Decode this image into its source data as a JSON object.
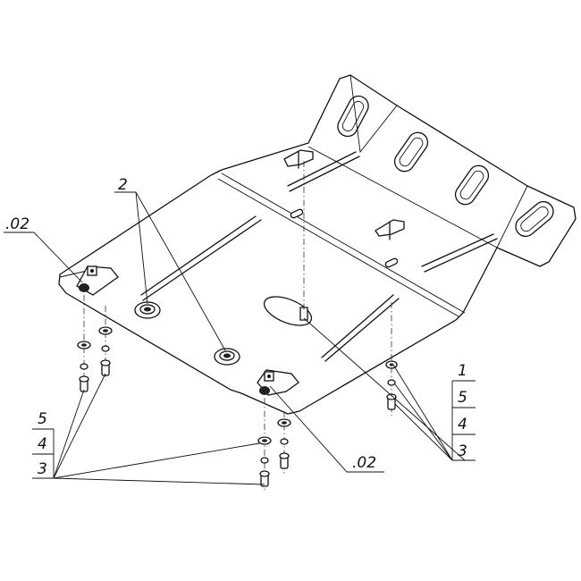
{
  "callouts": {
    "part_02_left": ".02",
    "part_2": "2",
    "part_02_bottom": ".02",
    "stack_left": [
      "5",
      "4",
      "3"
    ],
    "stack_right": [
      "1",
      "5",
      "4",
      "3"
    ]
  }
}
